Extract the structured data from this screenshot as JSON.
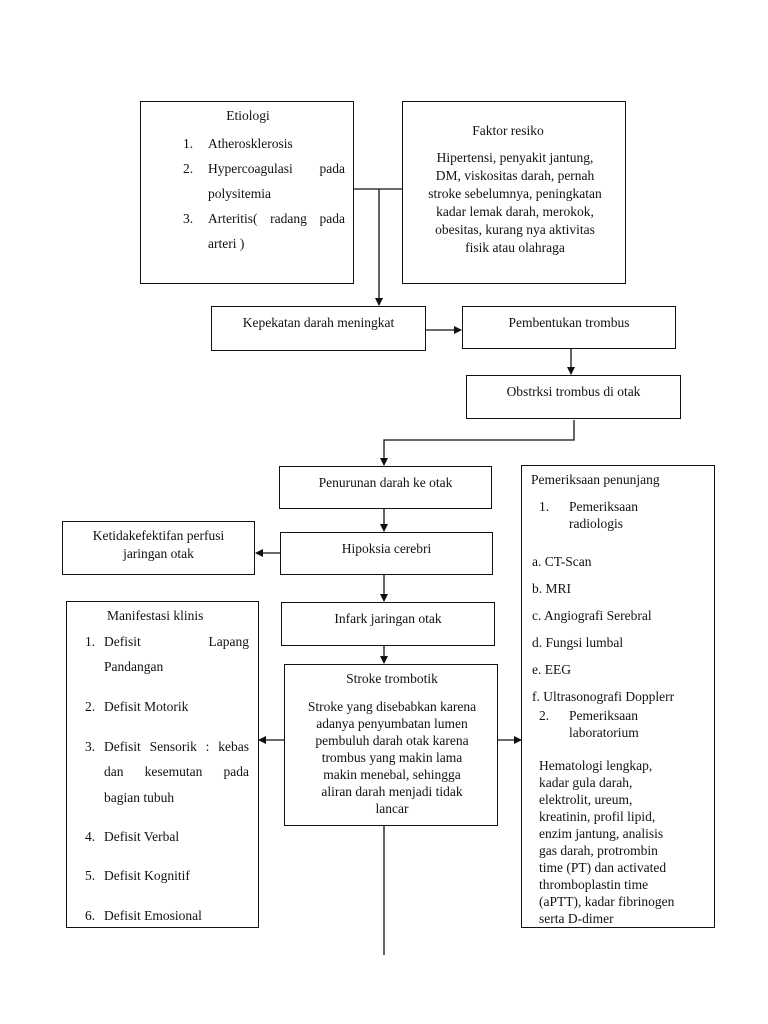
{
  "etiologi": {
    "title": "Etiologi",
    "items": [
      {
        "num": "1.",
        "text": "Atherosklerosis"
      },
      {
        "num": "2.",
        "line1": "Hypercoagulasi pada",
        "line2": "polysitemia"
      },
      {
        "num": "3.",
        "line1": "Arteritis( radang pada",
        "line2": "arteri )"
      }
    ]
  },
  "faktor": {
    "title": "Faktor resiko",
    "lines": [
      "Hipertensi, penyakit jantung,",
      "DM, viskositas darah, pernah",
      "stroke sebelumnya, peningkatan",
      "kadar lemak darah, merokok,",
      "obesitas, kurang nya aktivitas",
      "fisik atau olahraga"
    ]
  },
  "flow": {
    "kepekatan": "Kepekatan darah meningkat",
    "pembentukan": "Pembentukan trombus",
    "obstruksi": "Obstrksi trombus di otak",
    "penurunan": "Penurunan darah ke otak",
    "hipoksia": "Hipoksia cerebri",
    "infark": "Infark jaringan otak",
    "perfusi": [
      "Ketidakefektifan perfusi",
      "jaringan otak"
    ]
  },
  "stroke": {
    "title": "Stroke trombotik",
    "lines": [
      "Stroke yang disebabkan karena",
      "adanya penyumbatan lumen",
      "pembuluh darah otak karena",
      "trombus yang makin lama",
      "makin menebal, sehingga",
      "aliran darah menjadi tidak",
      "lancar"
    ]
  },
  "manifestasi": {
    "title": "Manifestasi klinis",
    "items": [
      {
        "num": "1.",
        "line1": "Defisit Lapang",
        "line2": "Pandangan"
      },
      {
        "num": "2.",
        "text": "Defisit Motorik"
      },
      {
        "num": "3.",
        "line1": "Defisit Sensorik : kebas",
        "line2": "dan kesemutan pada",
        "line3": "bagian tubuh"
      },
      {
        "num": "4.",
        "text": "Defisit Verbal"
      },
      {
        "num": "5.",
        "text": "Defisit Kognitif"
      },
      {
        "num": "6.",
        "text": "Defisit Emosional"
      }
    ]
  },
  "penunjang": {
    "title": "Pemeriksaan penunjang",
    "radiologis": {
      "num": "1.",
      "lines": [
        "Pemeriksaan",
        "radiologis"
      ]
    },
    "tests": [
      "a. CT-Scan",
      "b. MRI",
      "c. Angiografi Serebral",
      "d. Fungsi lumbal",
      "e. EEG",
      "f. Ultrasonografi Dopplerr"
    ],
    "laboratorium": {
      "num": "2.",
      "lines": [
        "Pemeriksaan",
        "laboratorium"
      ]
    },
    "lab_lines": [
      "Hematologi lengkap,",
      "kadar gula darah,",
      "elektrolit, ureum,",
      "kreatinin, profil lipid,",
      "enzim jantung, analisis",
      "gas darah, protrombin",
      "time (PT) dan activated",
      "thromboplastin time",
      "(aPTT), kadar fibrinogen",
      "serta D-dimer"
    ]
  }
}
